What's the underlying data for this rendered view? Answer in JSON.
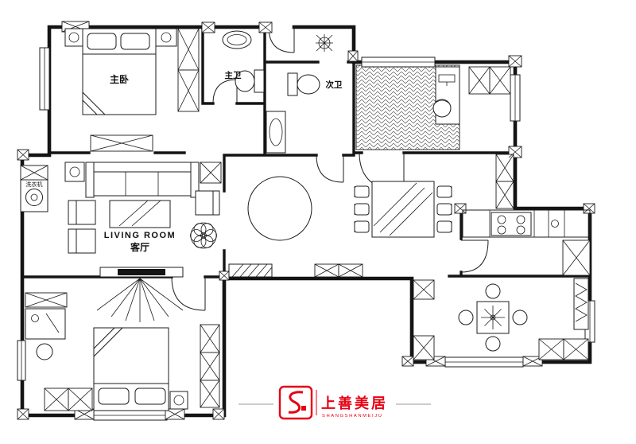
{
  "rooms": {
    "master_bedroom": "主卧",
    "master_bath": "主卫",
    "second_bath": "次卫",
    "living_room_en": "LIVING ROOM",
    "living_room_zh": "客厅"
  },
  "appliances": {
    "washing_machine": "洗衣机"
  },
  "logo": {
    "name": "上善美居",
    "subtext": "SHANGSHANMEIJU"
  },
  "colors": {
    "line": "#141414",
    "background": "#ffffff",
    "accent": "#e60012"
  }
}
